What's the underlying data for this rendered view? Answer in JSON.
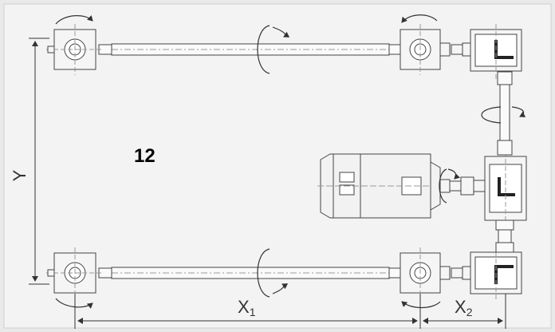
{
  "diagram": {
    "config_number": "12",
    "dimensions": {
      "y_label": "Y",
      "x1_main": "X",
      "x1_sub": "1",
      "x2_main": "X",
      "x2_sub": "2"
    }
  }
}
